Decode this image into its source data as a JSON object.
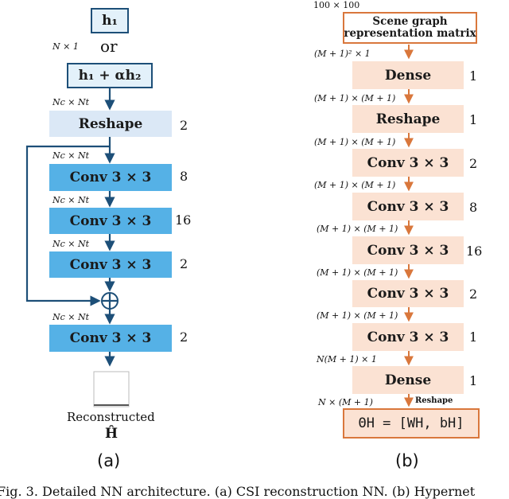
{
  "panel_a": {
    "input1": "h₁",
    "or_text": "or",
    "input2": "h₁ + αh₂",
    "dims": [
      "N × 1",
      "Nc × Nt",
      "Nc × Nt",
      "Nc × Nt",
      "Nc × Nt",
      "Nc × Nt"
    ],
    "blocks": [
      {
        "label": "Reshape",
        "num": "2"
      },
      {
        "label": "Conv 3 × 3",
        "num": "8"
      },
      {
        "label": "Conv 3 × 3",
        "num": "16"
      },
      {
        "label": "Conv 3 × 3",
        "num": "2"
      },
      {
        "label": "Conv 3 × 3",
        "num": "2"
      }
    ],
    "output_label": "Reconstructed",
    "output_symbol": "Ĥ",
    "panel_label": "(a)"
  },
  "panel_b": {
    "input_dim": "100 × 100",
    "input_box": [
      "Scene graph",
      "representation matrix"
    ],
    "dims": [
      "(M + 1)² × 1",
      "(M + 1) × (M + 1)",
      "(M + 1) × (M + 1)",
      "(M + 1) × (M + 1)",
      "(M + 1) × (M + 1)",
      "(M + 1) × (M + 1)",
      "(M + 1) × (M + 1)",
      "N(M + 1) × 1",
      "N × (M + 1)"
    ],
    "blocks": [
      {
        "label": "Dense",
        "num": "1"
      },
      {
        "label": "Reshape",
        "num": "1"
      },
      {
        "label": "Conv 3 × 3",
        "num": "2"
      },
      {
        "label": "Conv 3 × 3",
        "num": "8"
      },
      {
        "label": "Conv 3 × 3",
        "num": "16"
      },
      {
        "label": "Conv 3 × 3",
        "num": "2"
      },
      {
        "label": "Conv 3 × 3",
        "num": "1"
      },
      {
        "label": "Dense",
        "num": "1"
      }
    ],
    "final_arrow_label": "Reshape",
    "output": "ΘH = [WH, bH]",
    "panel_label": "(b)"
  },
  "caption": "Fig. 3.   Detailed NN architecture. (a) CSI reconstruction NN. (b) Hypernet",
  "colors": {
    "conv_blue": "#55b1e6",
    "reshape_blue": "#dbe8f6",
    "dark_blue": "#1d4f78",
    "peach": "#fbe2d3",
    "orange": "#d9773c"
  }
}
